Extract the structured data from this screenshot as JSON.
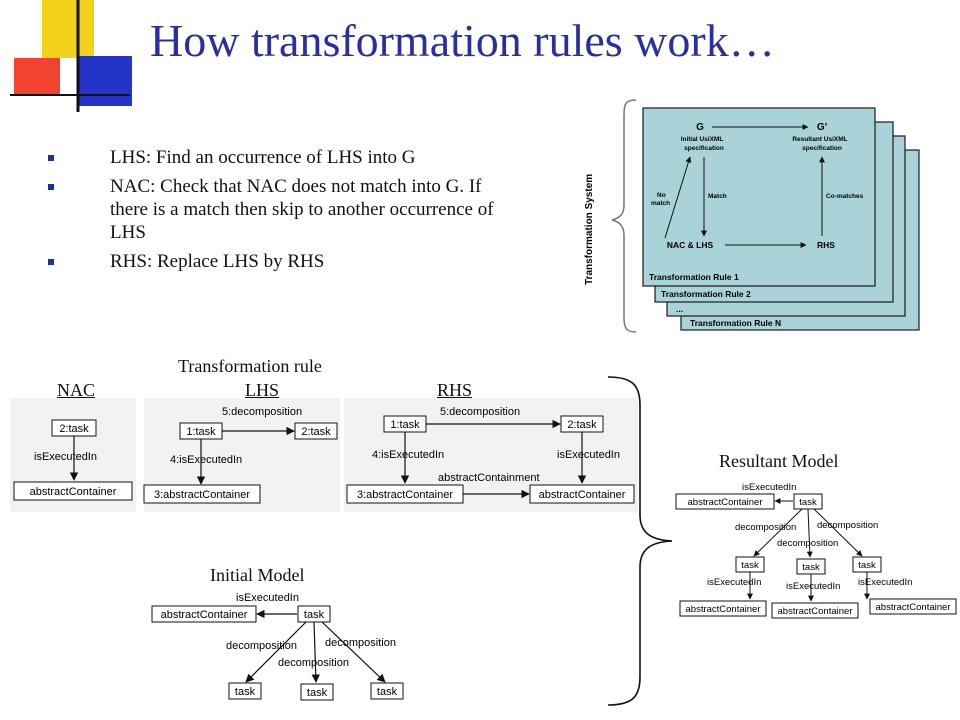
{
  "slide": {
    "title": "How transformation rules work…",
    "bullets": [
      "LHS: Find an occurrence of LHS into G",
      "NAC: Check that NAC does not match into G. If there is a match then skip to another occurrence of LHS",
      "RHS: Replace LHS by RHS"
    ]
  },
  "system_diagram": {
    "side_label": "Transformation System",
    "g": "G",
    "g_prime": "G'",
    "initial_spec_1": "Initial UsiXML",
    "initial_spec_2": "specification",
    "resultant_spec_1": "Resultant UsiXML",
    "resultant_spec_2": "specification",
    "no_match_1": "No",
    "no_match_2": "match",
    "match": "Match",
    "co_matches": "Co-matches",
    "nac_lhs": "NAC & LHS",
    "rhs": "RHS",
    "rules": [
      "Transformation Rule 1",
      "Transformation Rule 2",
      "...",
      "Transformation Rule N"
    ],
    "colors": {
      "card_fill": "#a9d3d8",
      "card_border": "#1a1a1a"
    }
  },
  "labels": {
    "transformation_rule": "Transformation rule",
    "nac": "NAC",
    "lhs": "LHS",
    "rhs": "RHS",
    "resultant_model": "Resultant Model",
    "initial_model": "Initial Model"
  },
  "nac_graph": {
    "task": "2:task",
    "edge": "isExecutedIn",
    "container": "abstractContainer"
  },
  "lhs_graph": {
    "task1": "1:task",
    "task2": "2:task",
    "edge_decomp": "5:decomposition",
    "edge_exec": "4:isExecutedIn",
    "container": "3:abstractContainer"
  },
  "rhs_graph": {
    "task1": "1:task",
    "task2": "2:task",
    "edge_decomp": "5:decomposition",
    "edge_exec1": "4:isExecutedIn",
    "edge_exec2": "isExecutedIn",
    "edge_contain": "abstractContainment",
    "container1": "3:abstractContainer",
    "container2": "abstractContainer"
  },
  "initial_model": {
    "container": "abstractContainer",
    "task": "task",
    "edge_exec": "isExecutedIn",
    "decomp_left": "decomposition",
    "decomp_mid": "decomposition",
    "decomp_right": "decomposition",
    "child1": "task",
    "child2": "task",
    "child3": "task"
  },
  "resultant_model": {
    "container": "abstractContainer",
    "task": "task",
    "edge_exec": "isExecutedIn",
    "decomp_left": "decomposition",
    "decomp_mid": "decomposition",
    "decomp_right": "decomposition",
    "child1": "task",
    "child2": "task",
    "child3": "task",
    "exec1": "isExecutedIn",
    "exec2": "isExecutedIn",
    "exec3": "isExecutedIn",
    "c1": "abstractContainer",
    "c2": "abstractContainer",
    "c3": "abstractContainer"
  }
}
